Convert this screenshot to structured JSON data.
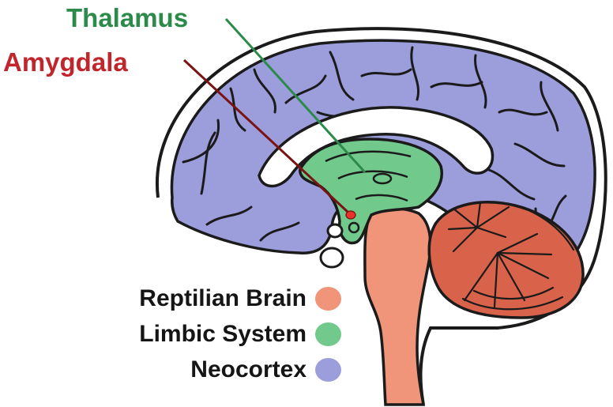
{
  "labels": {
    "thalamus": "Thalamus",
    "amygdala": "Amygdala"
  },
  "legend": [
    {
      "label": "Reptilian Brain",
      "color": "#f0957a"
    },
    {
      "label": "Limbic System",
      "color": "#72c98c"
    },
    {
      "label": "Neocortex",
      "color": "#9c9edb"
    }
  ],
  "colors": {
    "neocortex": "#9c9edb",
    "limbic": "#72c98c",
    "reptilian": "#f0957a",
    "cerebellum": "#d9624a",
    "amygdala": "#e8322a",
    "thalamus_text": "#2c8a4a",
    "amygdala_text": "#c0262c",
    "outline": "#1b1b1b"
  }
}
